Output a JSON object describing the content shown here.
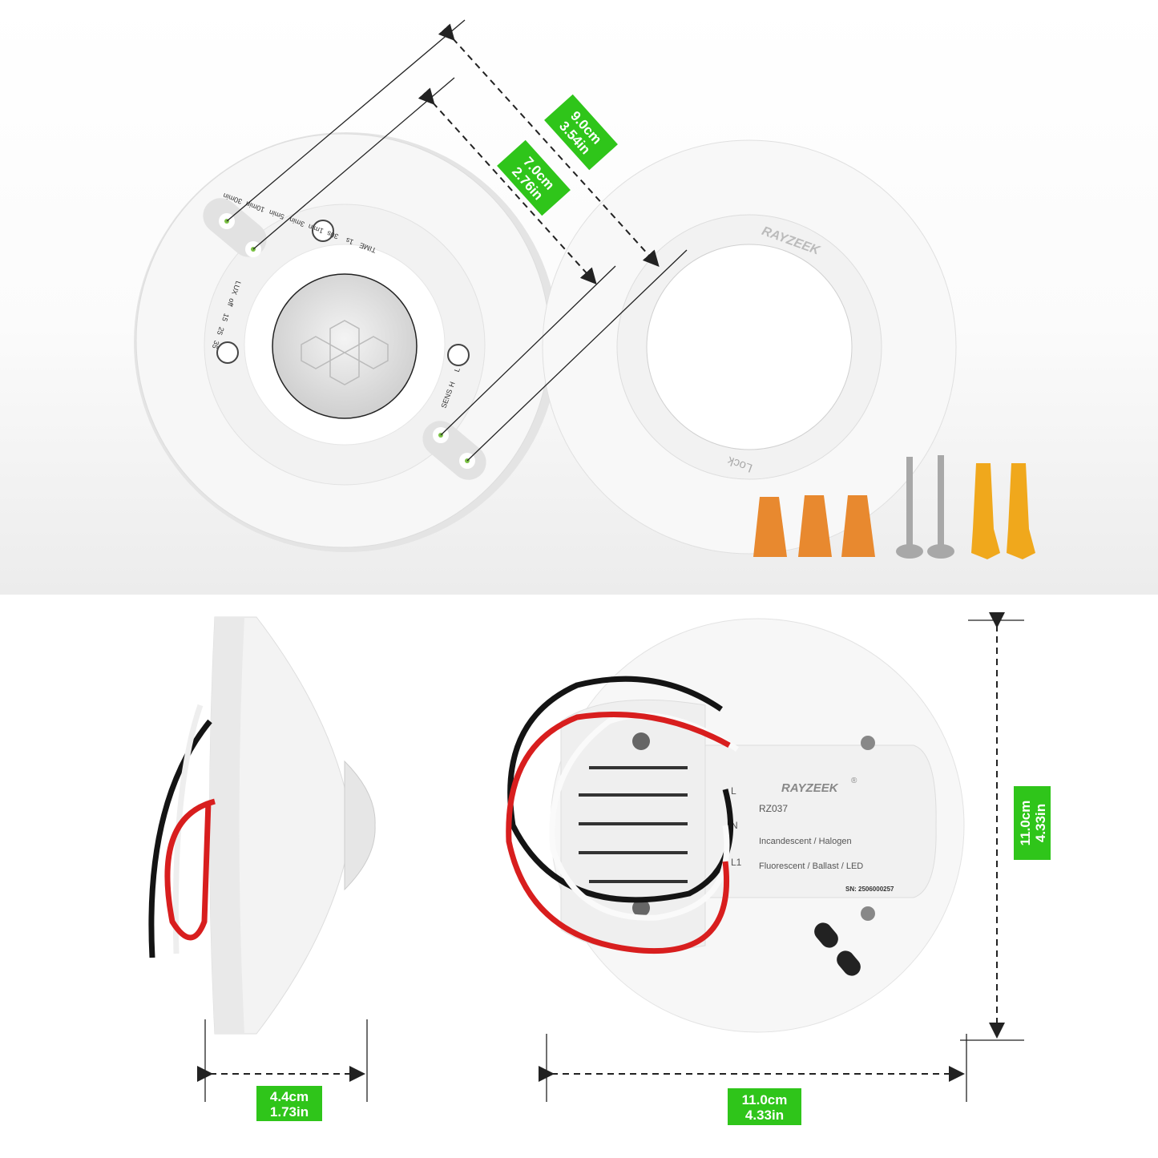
{
  "brand": "RAYZEEK",
  "registered_mark": "®",
  "colors": {
    "dimension_label_bg": "#2fc51a",
    "wire_red": "#d81e1e",
    "wire_black": "#141414",
    "wire_nut": "#e8892f",
    "anchor": "#f0a81c"
  },
  "dimensions": {
    "sensor_outer": {
      "metric": "9.0cm",
      "imperial": "3.54in"
    },
    "mounting_holes": {
      "metric": "7.0cm",
      "imperial": "2.76in"
    },
    "height": {
      "metric": "4.4cm",
      "imperial": "1.73in"
    },
    "diameter_vertical": {
      "metric": "11.0cm",
      "imperial": "4.33in"
    },
    "diameter_horizontal": {
      "metric": "11.0cm",
      "imperial": "4.33in"
    }
  },
  "dial_labels": {
    "time": "TIME",
    "time_options": [
      "1s",
      "30s",
      "1min",
      "3min",
      "5min",
      "10min",
      "30min"
    ],
    "lux": "LUX",
    "lux_options": [
      "off",
      "15",
      "25",
      "35"
    ],
    "sens": "SENS",
    "sens_options": [
      "H",
      "L"
    ]
  },
  "ring_text": "Lock",
  "back_label": {
    "model": "RZ037",
    "line1": "Incandescent / Halogen",
    "line2": "Fluorescent / Ballast / LED",
    "serial": "SN: 2506000257",
    "terminals": [
      "L",
      "N",
      "L1"
    ]
  }
}
